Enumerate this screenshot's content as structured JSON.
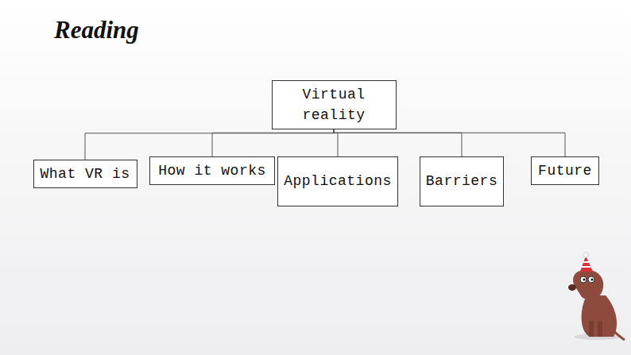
{
  "diagram": {
    "title": "Reading",
    "nodes": [
      {
        "text": [
          "Virtual reality"
        ]
      },
      {
        "text": [
          "What VR is"
        ]
      },
      {
        "text": [
          "How it works"
        ]
      },
      {
        "text": [
          "Applications"
        ]
      },
      {
        "text": [
          "Barriers"
        ]
      },
      {
        "text": [
          "Future"
        ]
      }
    ],
    "edges": [
      {
        "from": 0,
        "to": 1,
        "arrow": "none"
      },
      {
        "from": 0,
        "to": 2,
        "arrow": "none"
      },
      {
        "from": 0,
        "to": 3,
        "arrow": "none"
      },
      {
        "from": 0,
        "to": 4,
        "arrow": "none"
      },
      {
        "from": 0,
        "to": 5,
        "arrow": "none"
      }
    ]
  }
}
